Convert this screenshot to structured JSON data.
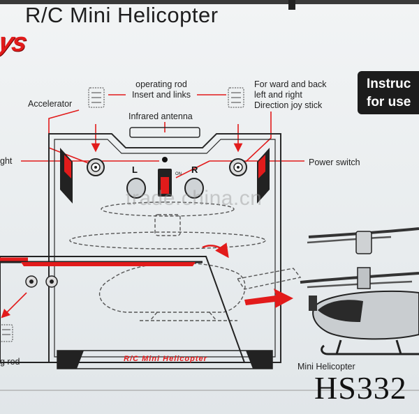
{
  "header": {
    "title": "R/C Mini Helicopter",
    "brand_mark": "ys"
  },
  "instruction_box": {
    "line1": "Instruc",
    "line2": "for use"
  },
  "labels": {
    "operating_rod_line1": "operating rod",
    "operating_rod_line2": "Insert and links",
    "joystick_line1": "For ward and back",
    "joystick_line2": "left and right",
    "joystick_line3": "Direction joy stick",
    "accelerator": "Accelerator",
    "infrared_antenna": "Infrared antenna",
    "light_partial": "ght",
    "power_switch": "Power switch",
    "rod_partial": "g rod",
    "mini_helicopter": "Mini Helicopter"
  },
  "controller": {
    "left_label": "L",
    "right_label": "R",
    "switch_label": "ON",
    "print_label": "R/C Mini Helicopter"
  },
  "watermark": "trade.china.cn",
  "model_number": "HS332",
  "colors": {
    "accent_red": "#e21b1b",
    "ink": "#1e1e1e",
    "paper": "#eef1f2"
  }
}
